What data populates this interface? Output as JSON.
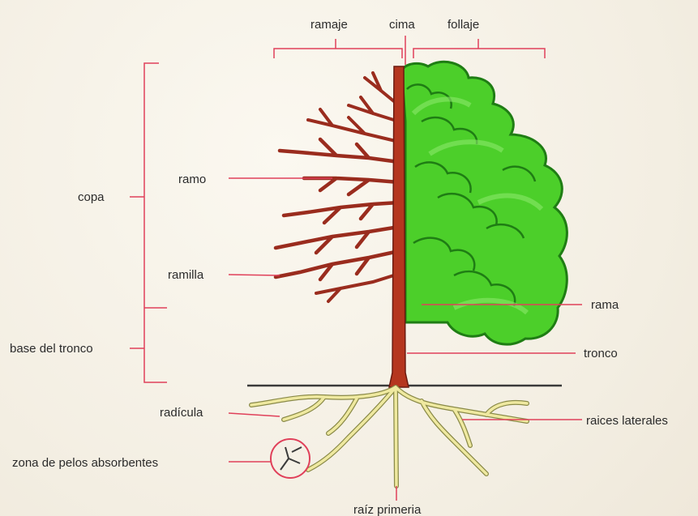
{
  "labels": {
    "ramaje": "ramaje",
    "cima": "cima",
    "follaje": "follaje",
    "copa": "copa",
    "ramo": "ramo",
    "ramilla": "ramilla",
    "base_tronco": "base del tronco",
    "rama": "rama",
    "tronco": "tronco",
    "radicula": "radícula",
    "raices_laterales": "raices laterales",
    "zona_pelos": "zona de pelos absorbentes",
    "raiz_primeria": "raíz primeria"
  },
  "colors": {
    "leader_line": "#e0405a",
    "trunk": "#b5361f",
    "branches": "#9a2c1e",
    "foliage": "#4ccf2a",
    "foliage_outline": "#1f7d14",
    "roots": "#efe9a0",
    "root_outline": "#8a8a48",
    "ground": "#3a3a3a"
  }
}
